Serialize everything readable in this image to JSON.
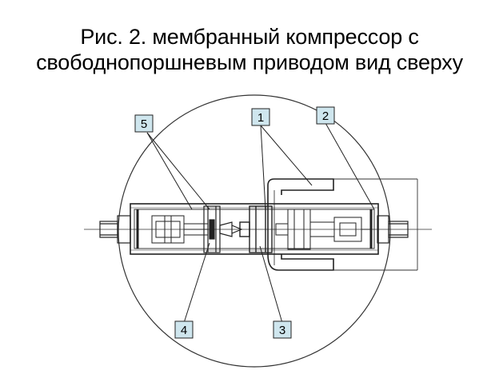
{
  "title": {
    "line1": "Рис. 2. мембранный компрессор с",
    "line2": "свободнопоршневым приводом вид сверху"
  },
  "callouts": [
    {
      "id": "c1",
      "label": "1"
    },
    {
      "id": "c2",
      "label": "2"
    },
    {
      "id": "c3",
      "label": "3"
    },
    {
      "id": "c4",
      "label": "4"
    },
    {
      "id": "c5",
      "label": "5"
    }
  ]
}
